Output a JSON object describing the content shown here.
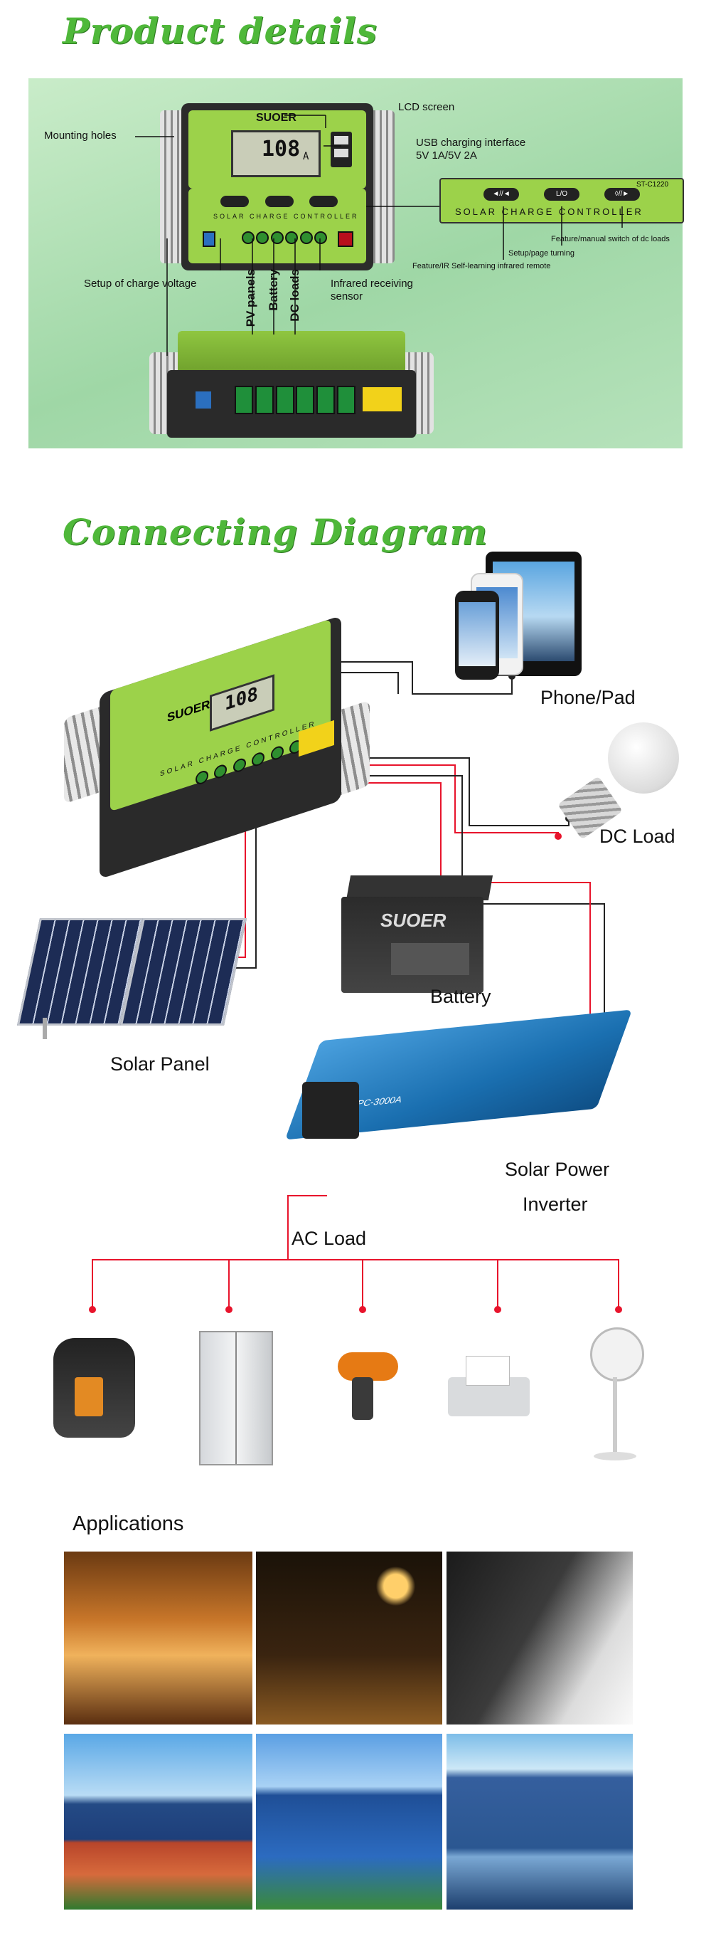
{
  "product_details": {
    "title": "Product details",
    "brand": "SUOER",
    "model": "ST-C1220",
    "lcd_reading": "108",
    "lcd_unit": "A",
    "controller_name": "SOLAR CHARGE CONTROLLER",
    "button_labels": [
      "◄//◄",
      "L/O",
      "◊//►"
    ],
    "callouts": {
      "mounting_holes": "Mounting holes",
      "lcd_screen": "LCD screen",
      "usb_line1": "USB charging interface",
      "usb_line2": "5V 1A/5V 2A",
      "charge_voltage": "Setup of charge voltage",
      "pv_panels": "PV panels",
      "battery": "Battery",
      "dc_loads": "DC loads",
      "infrared_line1": "Infrared receiving",
      "infrared_line2": "sensor",
      "feature_manual": "Feature/manual switch of dc loads",
      "setup_page": "Setup/page turning",
      "feature_ir": "Feature/IR Self-learning infrared remote"
    }
  },
  "connecting_diagram": {
    "title": "Connecting Diagram",
    "labels": {
      "phone_pad": "Phone/Pad",
      "dc_load": "DC Load",
      "battery": "Battery",
      "solar_panel": "Solar Panel",
      "inverter_line1": "Solar Power",
      "inverter_line2": "Inverter",
      "ac_load": "AC Load"
    },
    "battery_brand": "SUOER",
    "inverter_model": "FPC-3000A"
  },
  "applications": {
    "title": "Applications"
  },
  "colors": {
    "title_green": "#4fb83a",
    "panel_green": "#a8d8a8",
    "controller_green": "#9cd24a",
    "wire_red": "#e8142c",
    "wire_black": "#222222",
    "inverter_blue": "#1a6fb0"
  }
}
